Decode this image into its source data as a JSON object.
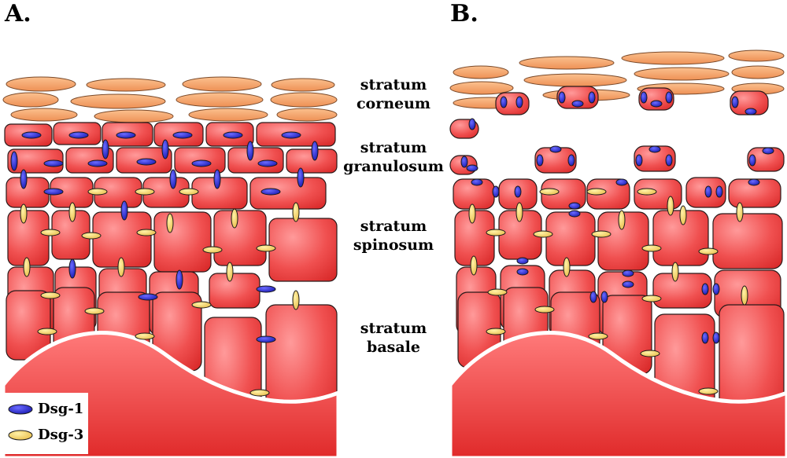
{
  "panels": [
    {
      "letter": "A."
    },
    {
      "letter": "B."
    }
  ],
  "layers": {
    "corneum": [
      "stratum",
      "corneum"
    ],
    "granulosum": [
      "stratum",
      "granulosum"
    ],
    "spinosum": [
      "stratum",
      "spinosum"
    ],
    "basale": [
      "stratum",
      "basale"
    ]
  },
  "legend": {
    "dsg1": {
      "label": "Dsg-1",
      "color": "#2222cc"
    },
    "dsg3": {
      "label": "Dsg-3",
      "color": "#f0cc55"
    }
  },
  "colors": {
    "cell_red": "#ee4444",
    "cell_highlight": "#ff8a8a",
    "corneum_orange": "#f4a36a",
    "outline": "#222222"
  }
}
